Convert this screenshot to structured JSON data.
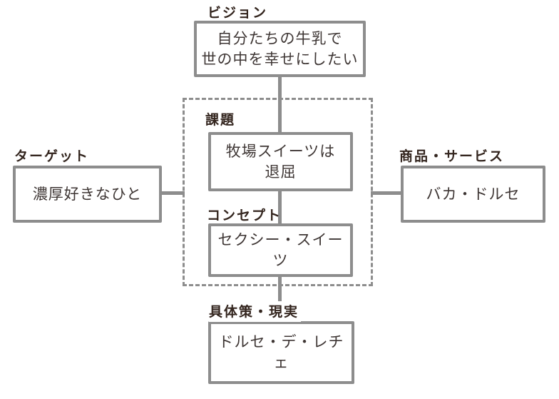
{
  "nodes": {
    "vision": {
      "label": "ビジョン",
      "line1": "自分たちの牛乳で",
      "line2": "世の中を幸せにしたい"
    },
    "issue": {
      "label": "課題",
      "line1": "牧場スイーツは",
      "line2": "退屈"
    },
    "concept": {
      "label": "コンセプト",
      "text": "セクシー・スイーツ"
    },
    "target": {
      "label": "ターゲット",
      "text": "濃厚好きなひと"
    },
    "product": {
      "label": "商品・サービス",
      "text": "バカ・ドルセ"
    },
    "plan": {
      "label": "具体策・現実",
      "text": "ドルセ・デ・レチェ"
    }
  },
  "colors": {
    "background": "#ffffff",
    "box_border": "#8d8d8d",
    "connector": "#8d8d8d",
    "box_text": "#3e3634",
    "label_text": "#33251e"
  }
}
